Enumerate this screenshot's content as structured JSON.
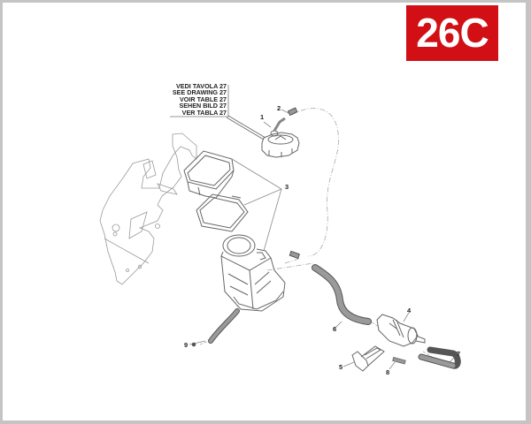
{
  "diagram": {
    "page_code": "26C",
    "badge_color": "#d10f14",
    "reference_note": {
      "lines": [
        "VEDI TAVOLA 27",
        "SEE DRAWING 27",
        "VOIR TABLE 27",
        "SEHEN BILD 27",
        "VER TABLA 27"
      ]
    },
    "callouts": [
      {
        "id": "1",
        "label": "1",
        "part": "breather elbow fitting"
      },
      {
        "id": "2",
        "label": "2",
        "part": "hose connector"
      },
      {
        "id": "3",
        "label": "3",
        "part": "expansion tank shells / covers"
      },
      {
        "id": "4",
        "label": "4",
        "part": "valve"
      },
      {
        "id": "5",
        "label": "5",
        "part": "bracket"
      },
      {
        "id": "6",
        "label": "6",
        "part": "hose"
      },
      {
        "id": "7",
        "label": "7",
        "part": "hose"
      },
      {
        "id": "8",
        "label": "8",
        "part": "connector"
      },
      {
        "id": "9",
        "label": "9",
        "part": "drain hose"
      }
    ],
    "colors": {
      "frame_border": "#c4c4c4",
      "background": "#ffffff",
      "line_art": "#8a8a8a",
      "hose_fill": "#9a9a9a"
    }
  }
}
